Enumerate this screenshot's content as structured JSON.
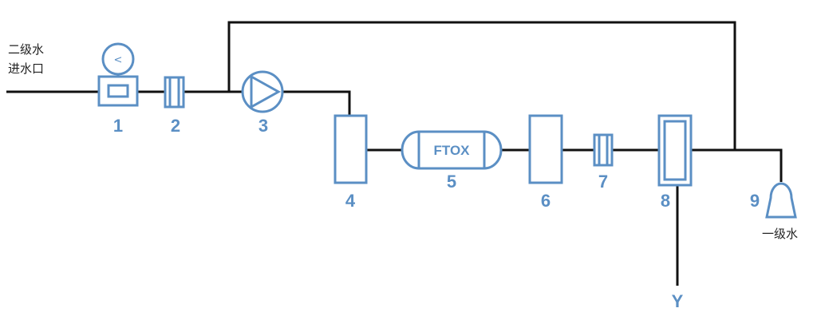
{
  "inlet": {
    "line1": "二级水",
    "line2": "进水口"
  },
  "outlet": {
    "label": "一级水"
  },
  "gauge_symbol": "<",
  "reactor_label": "FTOX",
  "drain_label": "Y",
  "components": [
    {
      "id": "1",
      "label": "1"
    },
    {
      "id": "2",
      "label": "2"
    },
    {
      "id": "3",
      "label": "3"
    },
    {
      "id": "4",
      "label": "4"
    },
    {
      "id": "5",
      "label": "5"
    },
    {
      "id": "6",
      "label": "6"
    },
    {
      "id": "7",
      "label": "7"
    },
    {
      "id": "8",
      "label": "8"
    },
    {
      "id": "9",
      "label": "9"
    }
  ],
  "colors": {
    "component_stroke": "#5b8fc4",
    "pipe": "#111111"
  }
}
